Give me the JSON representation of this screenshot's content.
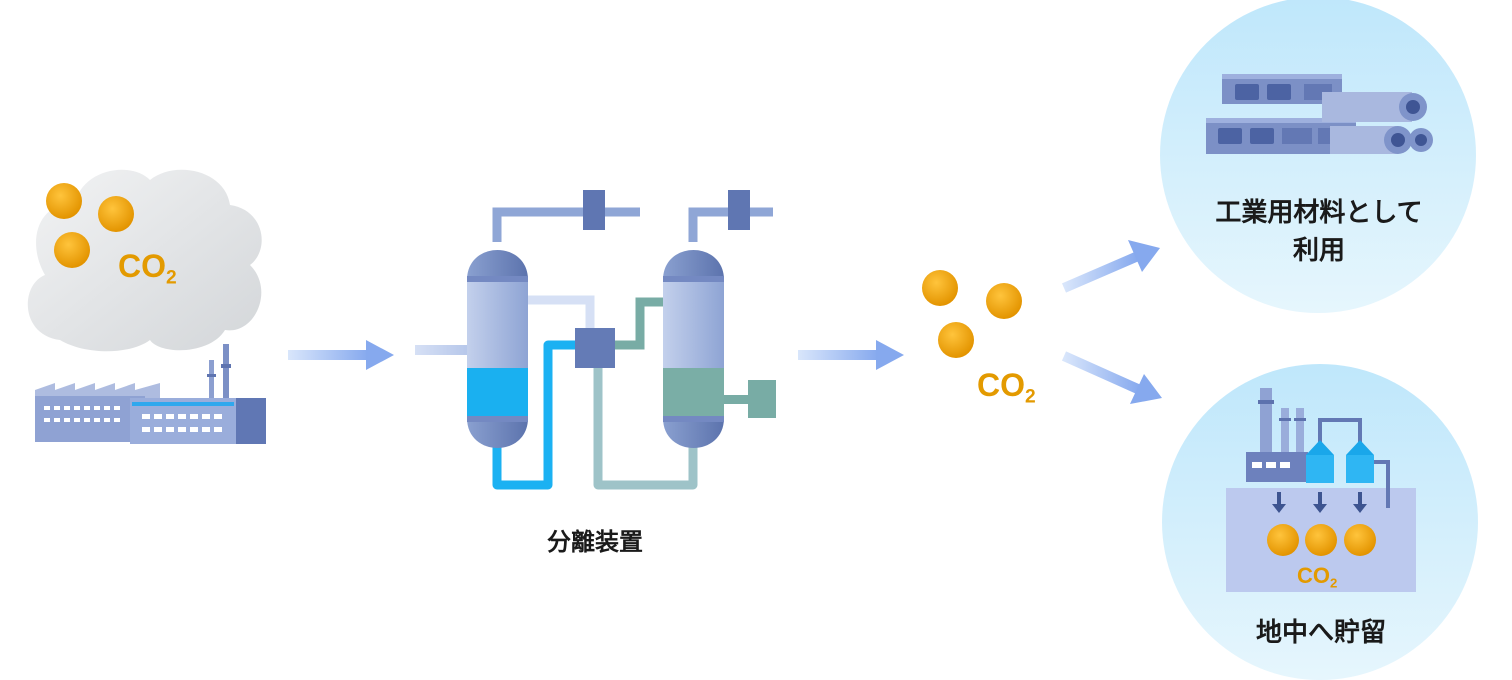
{
  "labels": {
    "co2_main": "CO",
    "co2_sub": "2",
    "separator": "分離装置",
    "use_line1": "工業用材料として",
    "use_line2": "利用",
    "storage": "地中へ貯留"
  },
  "colors": {
    "co2_orange": "#e39a00",
    "arrow": "#8fb0ef",
    "circle_bg": "#cfeeff",
    "factory": "#7a8fc8",
    "vessel": "#6e86bd",
    "liquid_blue": "#1ab0f0",
    "liquid_teal": "#76aca4"
  }
}
